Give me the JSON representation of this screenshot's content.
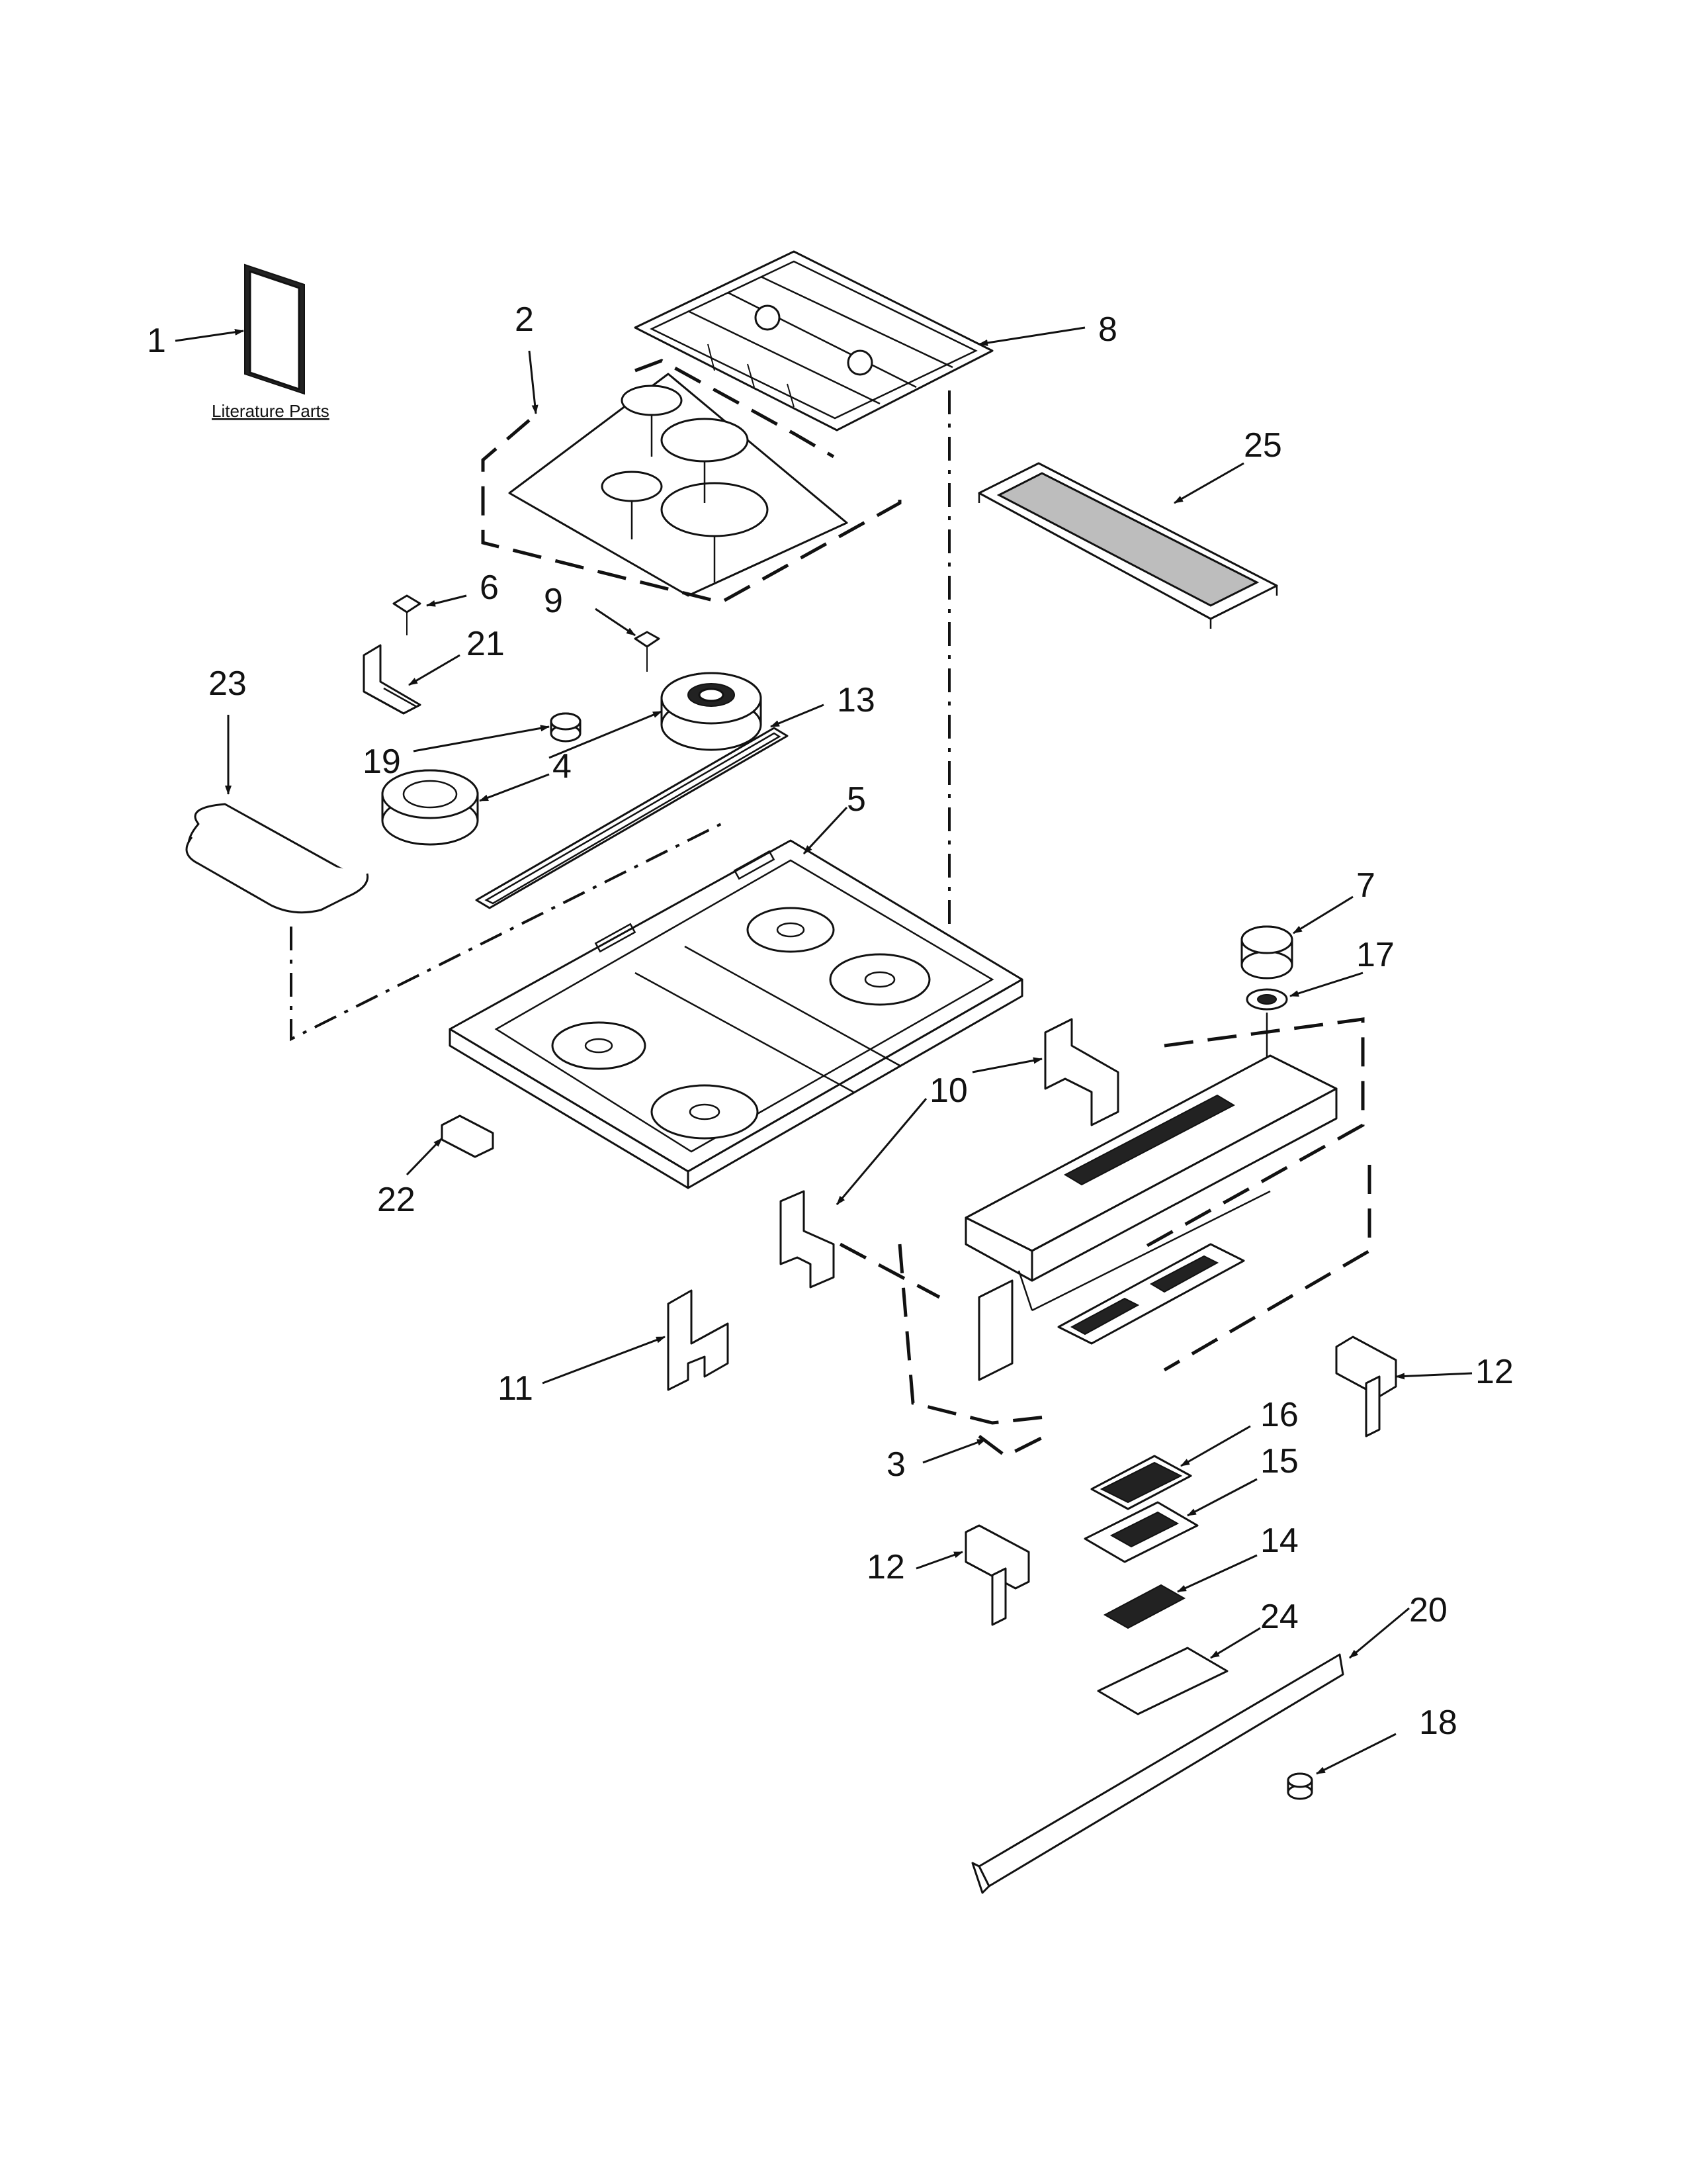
{
  "literature_caption": "Literature Parts",
  "callouts": {
    "c1": "1",
    "c2": "2",
    "c3": "3",
    "c4": "4",
    "c5": "5",
    "c6": "6",
    "c7": "7",
    "c8": "8",
    "c9": "9",
    "c10": "10",
    "c11": "11",
    "c12": "12",
    "c13": "13",
    "c14": "14",
    "c15": "15",
    "c16": "16",
    "c17": "17",
    "c18": "18",
    "c19": "19",
    "c20": "20",
    "c21": "21",
    "c22": "22",
    "c23": "23",
    "c24": "24",
    "c25": "25"
  }
}
